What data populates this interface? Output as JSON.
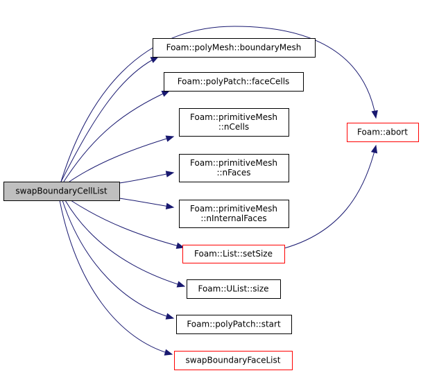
{
  "colors": {
    "edge": "#191970",
    "root_fill": "#bfbfbf",
    "normal_border": "#000000",
    "truncated_border": "#ff0000"
  },
  "nodes": {
    "root": {
      "lines": [
        "swapBoundaryCellList"
      ],
      "style": "root"
    },
    "boundaryMesh": {
      "lines": [
        "Foam::polyMesh::boundaryMesh"
      ],
      "style": "normal"
    },
    "faceCells": {
      "lines": [
        "Foam::polyPatch::faceCells"
      ],
      "style": "normal"
    },
    "nCells": {
      "lines": [
        "Foam::primitiveMesh",
        "::nCells"
      ],
      "style": "normal"
    },
    "nFaces": {
      "lines": [
        "Foam::primitiveMesh",
        "::nFaces"
      ],
      "style": "normal"
    },
    "nInternalFaces": {
      "lines": [
        "Foam::primitiveMesh",
        "::nInternalFaces"
      ],
      "style": "normal"
    },
    "setSize": {
      "lines": [
        "Foam::List::setSize"
      ],
      "style": "truncated"
    },
    "size": {
      "lines": [
        "Foam::UList::size"
      ],
      "style": "normal"
    },
    "start": {
      "lines": [
        "Foam::polyPatch::start"
      ],
      "style": "normal"
    },
    "swapBoundaryFaceList": {
      "lines": [
        "swapBoundaryFaceList"
      ],
      "style": "truncated"
    },
    "abort": {
      "lines": [
        "Foam::abort"
      ],
      "style": "truncated"
    }
  },
  "edges": [
    {
      "from": "root",
      "to": "abort",
      "icon": "arrowhead-icon"
    },
    {
      "from": "root",
      "to": "boundaryMesh",
      "icon": "arrowhead-icon"
    },
    {
      "from": "root",
      "to": "faceCells",
      "icon": "arrowhead-icon"
    },
    {
      "from": "root",
      "to": "nCells",
      "icon": "arrowhead-icon"
    },
    {
      "from": "root",
      "to": "nFaces",
      "icon": "arrowhead-icon"
    },
    {
      "from": "root",
      "to": "nInternalFaces",
      "icon": "arrowhead-icon"
    },
    {
      "from": "root",
      "to": "setSize",
      "icon": "arrowhead-icon"
    },
    {
      "from": "root",
      "to": "size",
      "icon": "arrowhead-icon"
    },
    {
      "from": "root",
      "to": "start",
      "icon": "arrowhead-icon"
    },
    {
      "from": "root",
      "to": "swapBoundaryFaceList",
      "icon": "arrowhead-icon"
    },
    {
      "from": "setSize",
      "to": "abort",
      "icon": "arrowhead-icon"
    }
  ]
}
